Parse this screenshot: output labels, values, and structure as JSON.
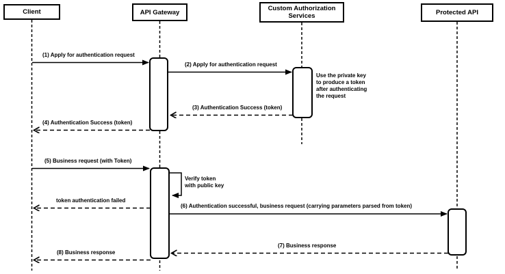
{
  "colors": {
    "line": "#000000",
    "shape_fill": "#ffffff",
    "text": "#000000",
    "background": "#ffffff"
  },
  "diagram": {
    "type": "sequence-diagram",
    "participants": [
      {
        "id": "client",
        "label": "Client"
      },
      {
        "id": "api-gateway",
        "label": "API Gateway"
      },
      {
        "id": "custom-authorization-services",
        "label": "Custom Authorization Services"
      },
      {
        "id": "protected-api",
        "label": "Protected API"
      }
    ],
    "messages": [
      {
        "seq": "1",
        "label": "(1) Apply for authentication request",
        "from": "Client",
        "to": "API Gateway",
        "line": "solid"
      },
      {
        "seq": "2",
        "label": "(2) Apply for authentication request",
        "from": "API Gateway",
        "to": "Custom Authorization Services",
        "line": "solid"
      },
      {
        "seq": "3",
        "label": "(3) Authentication Success (token)",
        "from": "Custom Authorization Services",
        "to": "API Gateway",
        "line": "dashed"
      },
      {
        "seq": "4",
        "label": "(4) Authentication Success (token)",
        "from": "API Gateway",
        "to": "Client",
        "line": "dashed"
      },
      {
        "seq": "5",
        "label": "(5) Business request (with Token)",
        "from": "Client",
        "to": "API Gateway",
        "line": "solid"
      },
      {
        "seq": "self",
        "label": "Verify token\nwith public key",
        "from": "API Gateway",
        "to": "API Gateway",
        "line": "solid"
      },
      {
        "seq": "fail",
        "label": "token authentication failed",
        "from": "API Gateway",
        "to": "Client",
        "line": "dashed"
      },
      {
        "seq": "6",
        "label": "(6) Authentication successful, business request (carrying parameters parsed from token)",
        "from": "API Gateway",
        "to": "Protected API",
        "line": "solid"
      },
      {
        "seq": "7",
        "label": "(7) Business response",
        "from": "Protected API",
        "to": "API Gateway",
        "line": "dashed"
      },
      {
        "seq": "8",
        "label": "(8) Business response",
        "from": "API Gateway",
        "to": "Client",
        "line": "dashed"
      }
    ],
    "notes": [
      {
        "label": "Use the private key to produce a token after authenticating the request",
        "attached_to": "Custom Authorization Services"
      }
    ]
  }
}
